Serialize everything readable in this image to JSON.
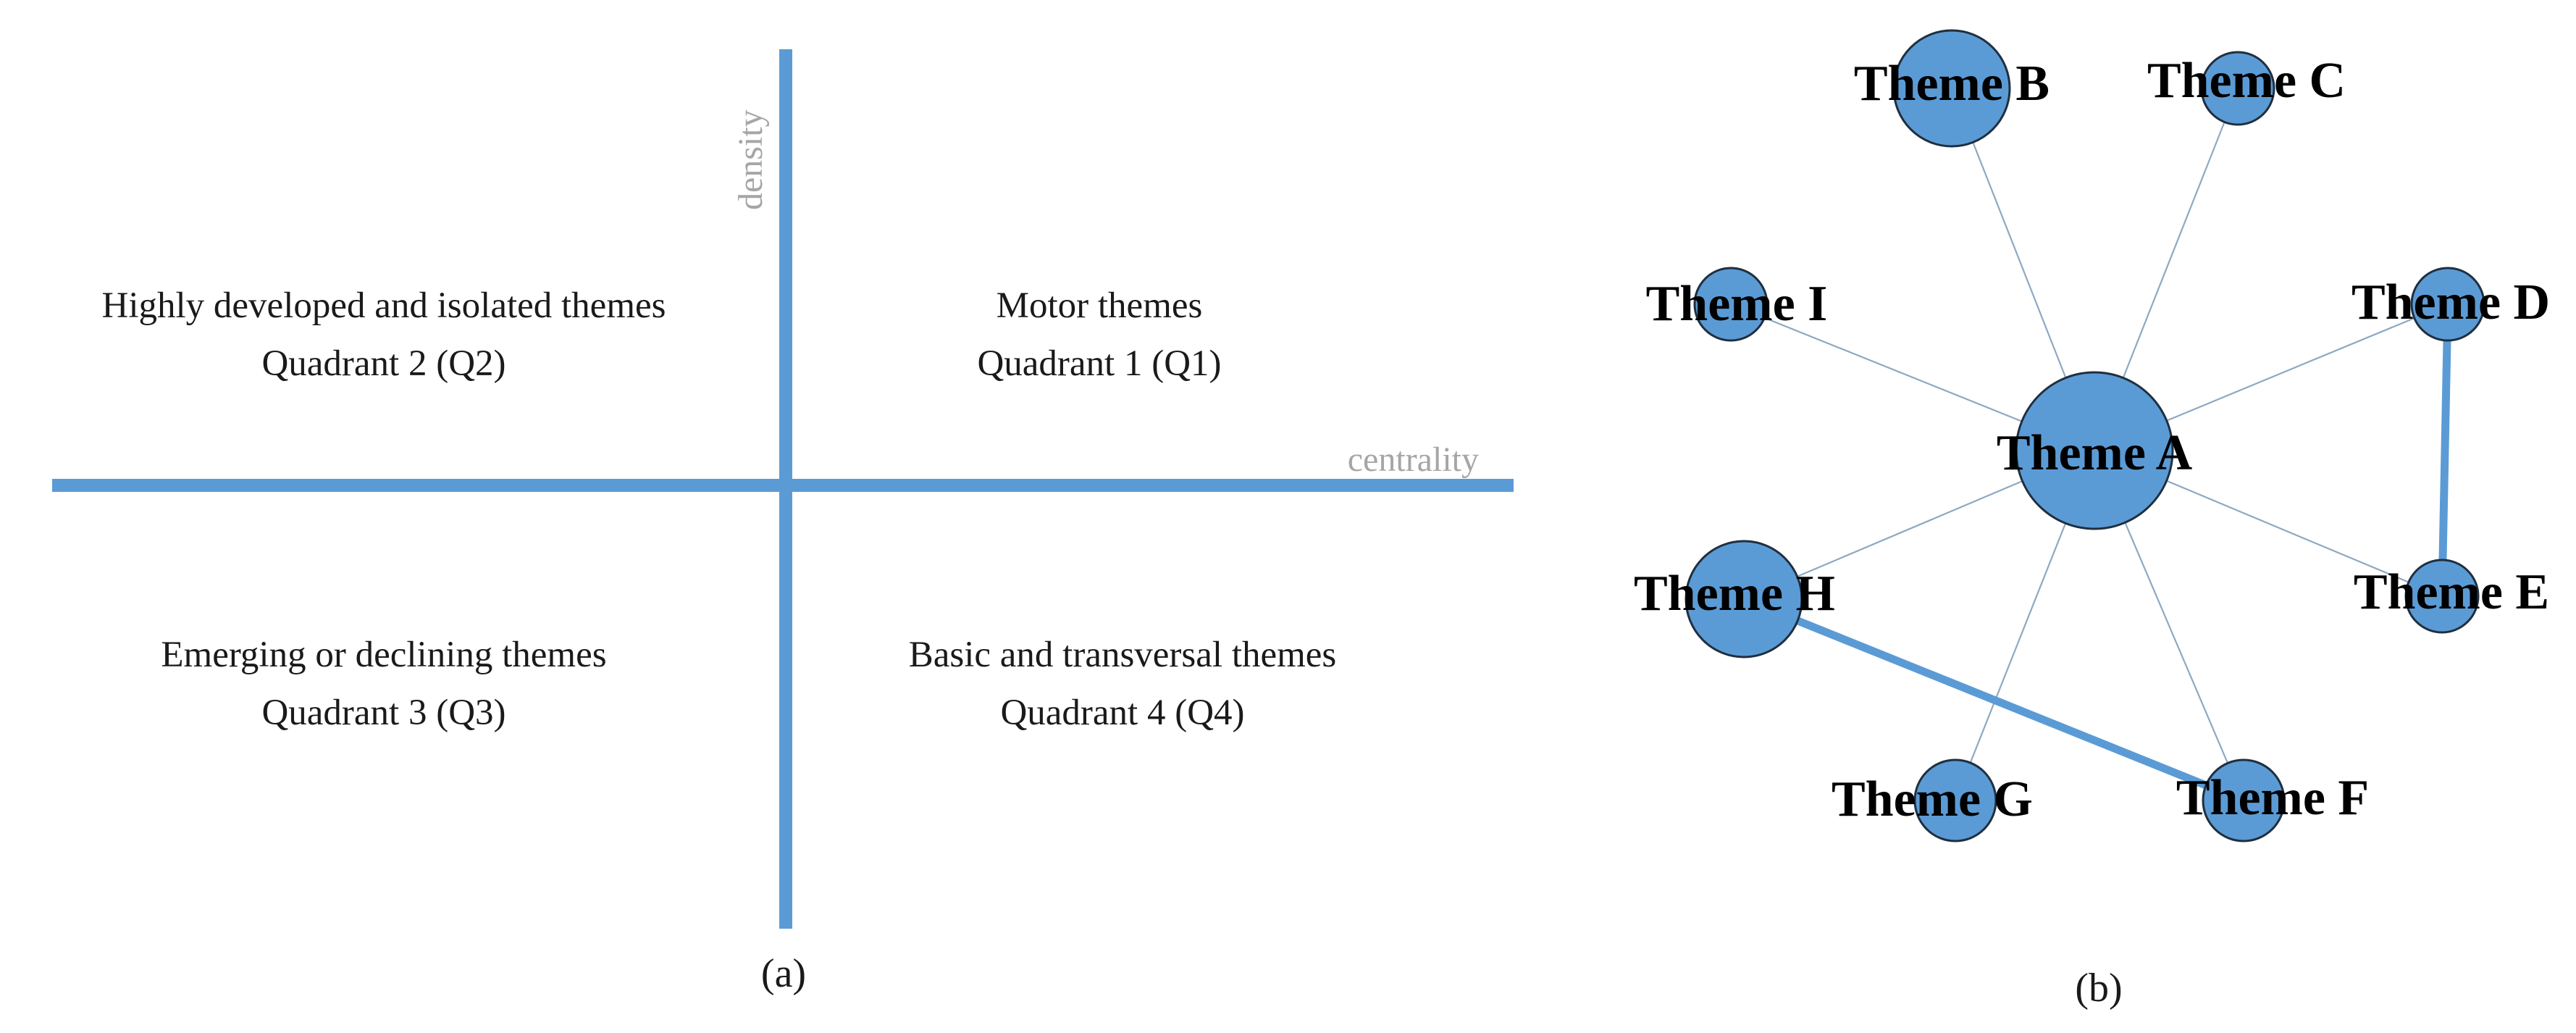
{
  "colors": {
    "axis": "#5b9bd5",
    "node_fill": "#5b9bd5",
    "node_stroke": "#1f2f3f",
    "thin_edge": "#8ea9c1",
    "thick_edge": "#5b9bd5",
    "axis_label": "#a6a6a6"
  },
  "panel_a": {
    "caption": "(a)",
    "y_axis_label": "density",
    "x_axis_label": "centrality",
    "quadrants": [
      {
        "id": "q2",
        "title": "Highly developed and isolated themes",
        "subtitle": "Quadrant 2 (Q2)"
      },
      {
        "id": "q1",
        "title": "Motor themes",
        "subtitle": "Quadrant 1 (Q1)"
      },
      {
        "id": "q3",
        "title": "Emerging or declining themes",
        "subtitle": "Quadrant 3 (Q3)"
      },
      {
        "id": "q4",
        "title": "Basic and transversal themes",
        "subtitle": "Quadrant 4 (Q4)"
      }
    ]
  },
  "panel_b": {
    "caption": "(b)",
    "nodes": [
      {
        "id": "A",
        "label": "Theme A",
        "size": "largest"
      },
      {
        "id": "B",
        "label": "Theme B",
        "size": "large"
      },
      {
        "id": "C",
        "label": "Theme C",
        "size": "small"
      },
      {
        "id": "D",
        "label": "Theme D",
        "size": "small"
      },
      {
        "id": "E",
        "label": "Theme E",
        "size": "small"
      },
      {
        "id": "F",
        "label": "Theme F",
        "size": "medium"
      },
      {
        "id": "G",
        "label": "Theme G",
        "size": "medium"
      },
      {
        "id": "H",
        "label": "Theme H",
        "size": "large"
      },
      {
        "id": "I",
        "label": "Theme I",
        "size": "small"
      }
    ],
    "edges": [
      {
        "from": "A",
        "to": "B",
        "weight": "weak"
      },
      {
        "from": "A",
        "to": "C",
        "weight": "weak"
      },
      {
        "from": "A",
        "to": "D",
        "weight": "weak"
      },
      {
        "from": "A",
        "to": "E",
        "weight": "weak"
      },
      {
        "from": "A",
        "to": "F",
        "weight": "weak"
      },
      {
        "from": "A",
        "to": "G",
        "weight": "weak"
      },
      {
        "from": "A",
        "to": "H",
        "weight": "weak"
      },
      {
        "from": "A",
        "to": "I",
        "weight": "weak"
      },
      {
        "from": "D",
        "to": "E",
        "weight": "strong"
      },
      {
        "from": "H",
        "to": "F",
        "weight": "strong"
      }
    ]
  }
}
